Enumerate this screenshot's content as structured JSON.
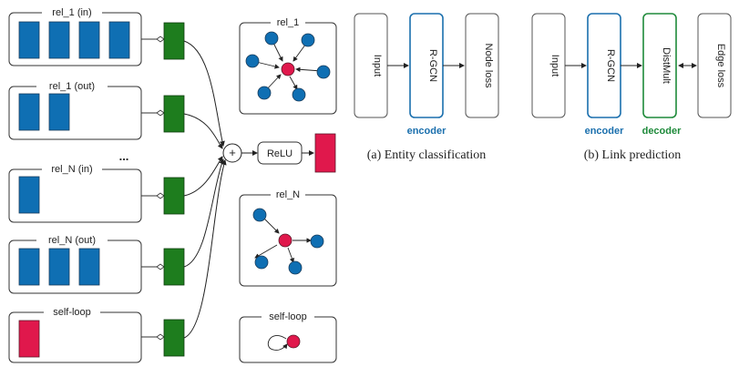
{
  "colors": {
    "blue": "#0f6fb3",
    "green": "#1e7d1e",
    "red": "#e0184c",
    "encoder_blue": "#1a6fad",
    "decoder_green": "#1e8a3a"
  },
  "left_panel": {
    "boxes": [
      {
        "label": "rel_1 (in)",
        "blocks": 4,
        "color": "blue"
      },
      {
        "label": "rel_1 (out)",
        "blocks": 2,
        "color": "blue"
      },
      {
        "label": "rel_N (in)",
        "blocks": 1,
        "color": "blue"
      },
      {
        "label": "rel_N (out)",
        "blocks": 3,
        "color": "blue"
      },
      {
        "label": "self-loop",
        "blocks": 1,
        "color": "red"
      }
    ],
    "ellipsis": "...",
    "sum_symbol": "+",
    "activation": "ReLU"
  },
  "graphs": [
    {
      "label": "rel_1"
    },
    {
      "label": "rel_N"
    },
    {
      "label": "self-loop"
    }
  ],
  "entity_classification": {
    "boxes": [
      "Input",
      "R-GCN",
      "Node loss"
    ],
    "encoder_label": "encoder",
    "caption": "(a) Entity classification"
  },
  "link_prediction": {
    "boxes": [
      "Input",
      "R-GCN",
      "DistMult",
      "Edge loss"
    ],
    "encoder_label": "encoder",
    "decoder_label": "decoder",
    "caption": "(b) Link prediction"
  }
}
